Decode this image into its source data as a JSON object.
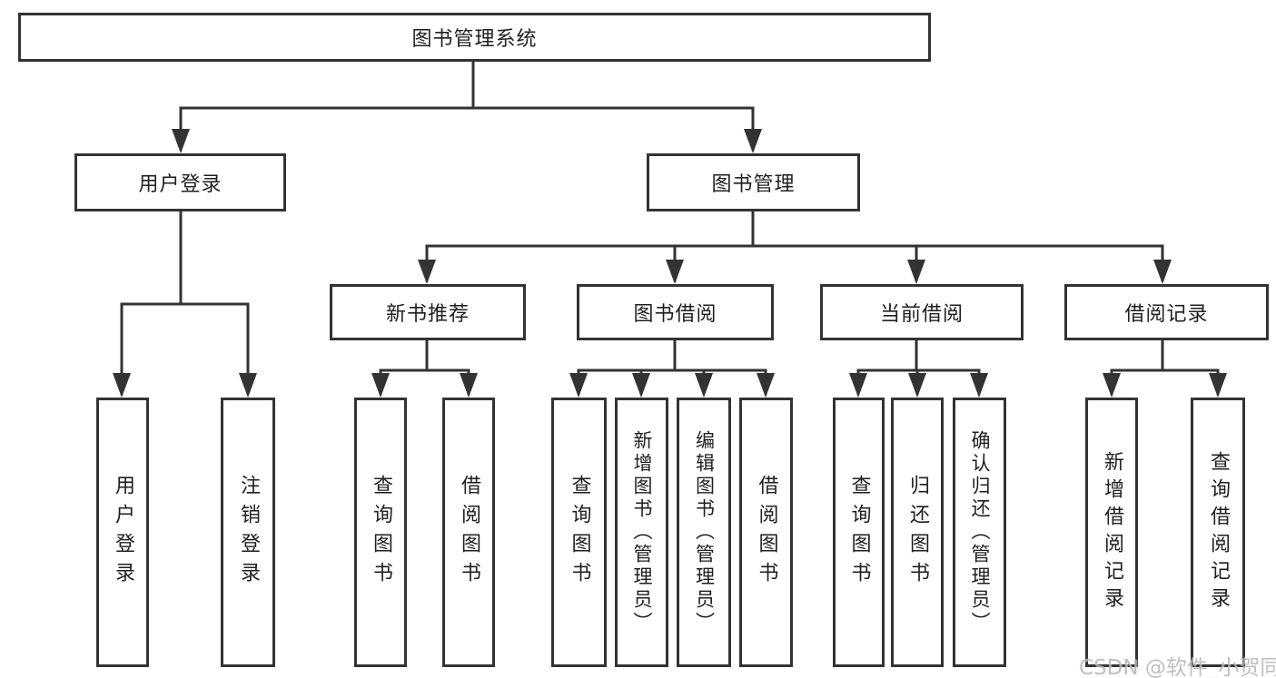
{
  "diagram_type": "hierarchy-tree",
  "tree": {
    "label": "图书管理系统",
    "children": [
      {
        "label": "用户登录",
        "children": [
          {
            "label": "用户登录"
          },
          {
            "label": "注销登录"
          }
        ]
      },
      {
        "label": "图书管理",
        "children": [
          {
            "label": "新书推荐",
            "children": [
              {
                "label": "查询图书"
              },
              {
                "label": "借阅图书"
              }
            ]
          },
          {
            "label": "图书借阅",
            "children": [
              {
                "label": "查询图书"
              },
              {
                "label": "新增图书（管理员）"
              },
              {
                "label": "编辑图书（管理员）"
              },
              {
                "label": "借阅图书"
              }
            ]
          },
          {
            "label": "当前借阅",
            "children": [
              {
                "label": "查询图书"
              },
              {
                "label": "归还图书"
              },
              {
                "label": "确认归还（管理员）"
              }
            ]
          },
          {
            "label": "借阅记录",
            "children": [
              {
                "label": "新增借阅记录"
              },
              {
                "label": "查询借阅记录"
              }
            ]
          }
        ]
      }
    ]
  },
  "watermark": {
    "text": "CSDN @软件_小贺同学"
  },
  "colors": {
    "line": "#333333",
    "text": "#1f1f1f",
    "background": "#ffffff",
    "watermark": "#b4b4b4"
  }
}
